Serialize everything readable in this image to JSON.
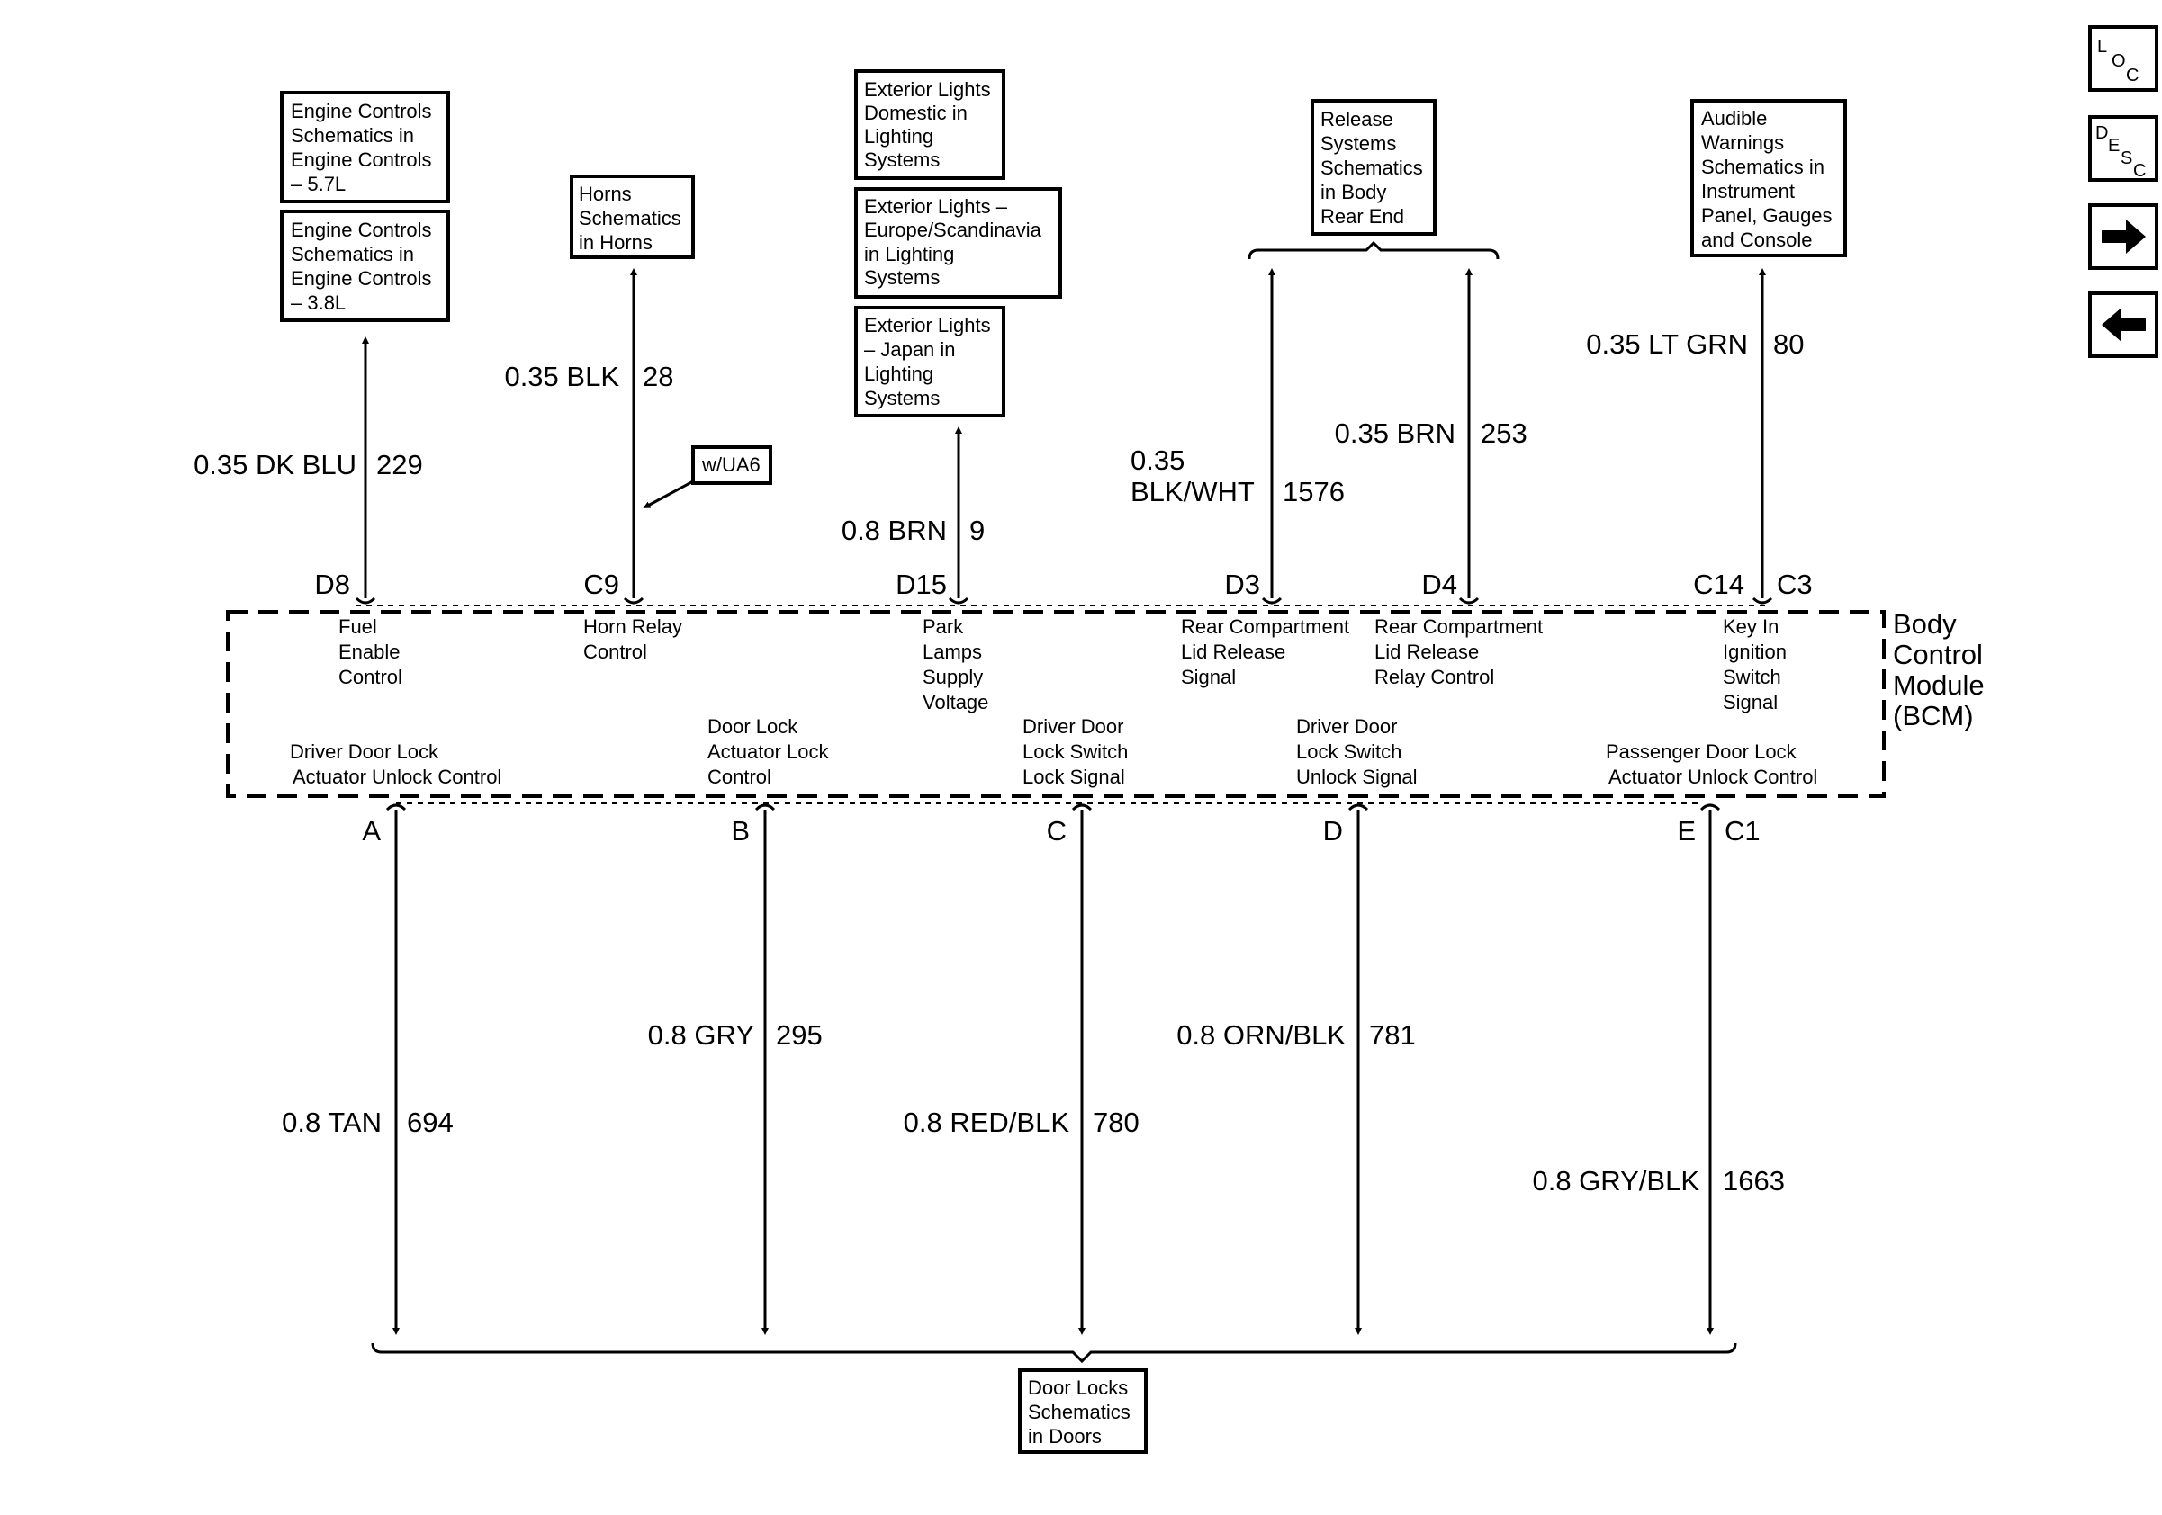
{
  "module_name": [
    "Body",
    "Control",
    "Module",
    "(BCM)"
  ],
  "nav": {
    "loc": {
      "l1": "L",
      "l2": "O",
      "l3": "C"
    },
    "desc": {
      "l1": "D",
      "l2": "E",
      "l3": "S",
      "l4": "C"
    },
    "next_icon": "arrow-right-icon",
    "prev_icon": "arrow-left-icon"
  },
  "top_refs": {
    "engine_57": [
      "Engine Controls",
      "Schematics in",
      "Engine Controls",
      "– 5.7L"
    ],
    "engine_38": [
      "Engine Controls",
      "Schematics in",
      "Engine Controls",
      "– 3.8L"
    ],
    "horns": [
      "Horns",
      "Schematics",
      "in Horns"
    ],
    "ext_domestic": [
      "Exterior Lights",
      "Domestic in",
      "Lighting",
      "Systems"
    ],
    "ext_europe": [
      "Exterior Lights –",
      "Europe/Scandinavia",
      "in Lighting",
      "Systems"
    ],
    "ext_japan": [
      "Exterior Lights",
      "– Japan in",
      "Lighting",
      "Systems"
    ],
    "release": [
      "Release",
      "Systems",
      "Schematics",
      "in Body",
      "Rear End"
    ],
    "audible": [
      "Audible",
      "Warnings",
      "Schematics in",
      "Instrument",
      "Panel, Gauges",
      "and Console"
    ]
  },
  "option_tag": "w/UA6",
  "top_wires": [
    {
      "gauge_color": "0.35 DK BLU",
      "circuit": "229",
      "pin": "D8"
    },
    {
      "gauge_color": "0.35 BLK",
      "circuit": "28",
      "pin": "C9"
    },
    {
      "gauge_color": "0.8 BRN",
      "circuit": "9",
      "pin": "D15"
    },
    {
      "gauge_color": [
        "0.35",
        "BLK/WHT"
      ],
      "circuit": "1576",
      "pin": "D3"
    },
    {
      "gauge_color": "0.35 BRN",
      "circuit": "253",
      "pin": "D4"
    },
    {
      "gauge_color": "0.35 LT GRN",
      "circuit": "80",
      "pin": "C14",
      "connector": "C3"
    }
  ],
  "top_circuit_names": {
    "d8": [
      "Fuel",
      "Enable",
      "Control"
    ],
    "c9": [
      "Horn Relay",
      "Control"
    ],
    "d15": [
      "Park",
      "Lamps",
      "Supply",
      "Voltage"
    ],
    "d3": [
      "Rear Compartment",
      "Lid Release",
      "Signal"
    ],
    "d4": [
      "Rear Compartment",
      "Lid Release",
      "Relay Control"
    ],
    "c14": [
      "Key In",
      "Ignition",
      "Switch",
      "Signal"
    ]
  },
  "bottom_circuit_names": {
    "a": [
      "Driver Door Lock",
      "Actuator Unlock Control"
    ],
    "b": [
      "Door Lock",
      "Actuator Lock",
      "Control"
    ],
    "c": [
      "Driver Door",
      "Lock Switch",
      "Lock Signal"
    ],
    "d": [
      "Driver Door",
      "Lock Switch",
      "Unlock Signal"
    ],
    "e": [
      "Passenger Door Lock",
      "Actuator Unlock Control"
    ]
  },
  "bottom_wires": [
    {
      "gauge_color": "0.8 TAN",
      "circuit": "694",
      "pin": "A"
    },
    {
      "gauge_color": "0.8 GRY",
      "circuit": "295",
      "pin": "B"
    },
    {
      "gauge_color": "0.8 RED/BLK",
      "circuit": "780",
      "pin": "C"
    },
    {
      "gauge_color": "0.8 ORN/BLK",
      "circuit": "781",
      "pin": "D"
    },
    {
      "gauge_color": "0.8 GRY/BLK",
      "circuit": "1663",
      "pin": "E",
      "connector": "C1"
    }
  ],
  "bottom_ref": [
    "Door Locks",
    "Schematics",
    "in Doors"
  ]
}
